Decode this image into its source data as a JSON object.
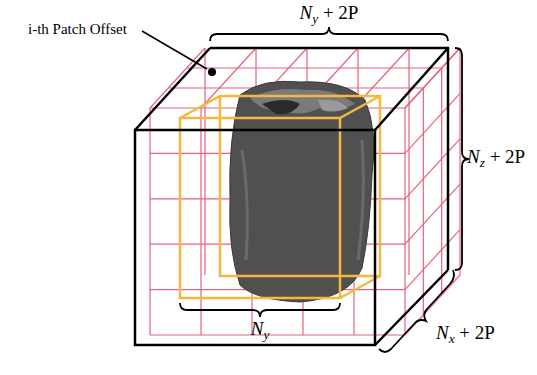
{
  "diagram": {
    "labels": [
      "i-th Patch Offset",
      "Ny + 2P",
      "Nz + 2P",
      "Nx + 2P",
      "Ny"
    ]
  }
}
